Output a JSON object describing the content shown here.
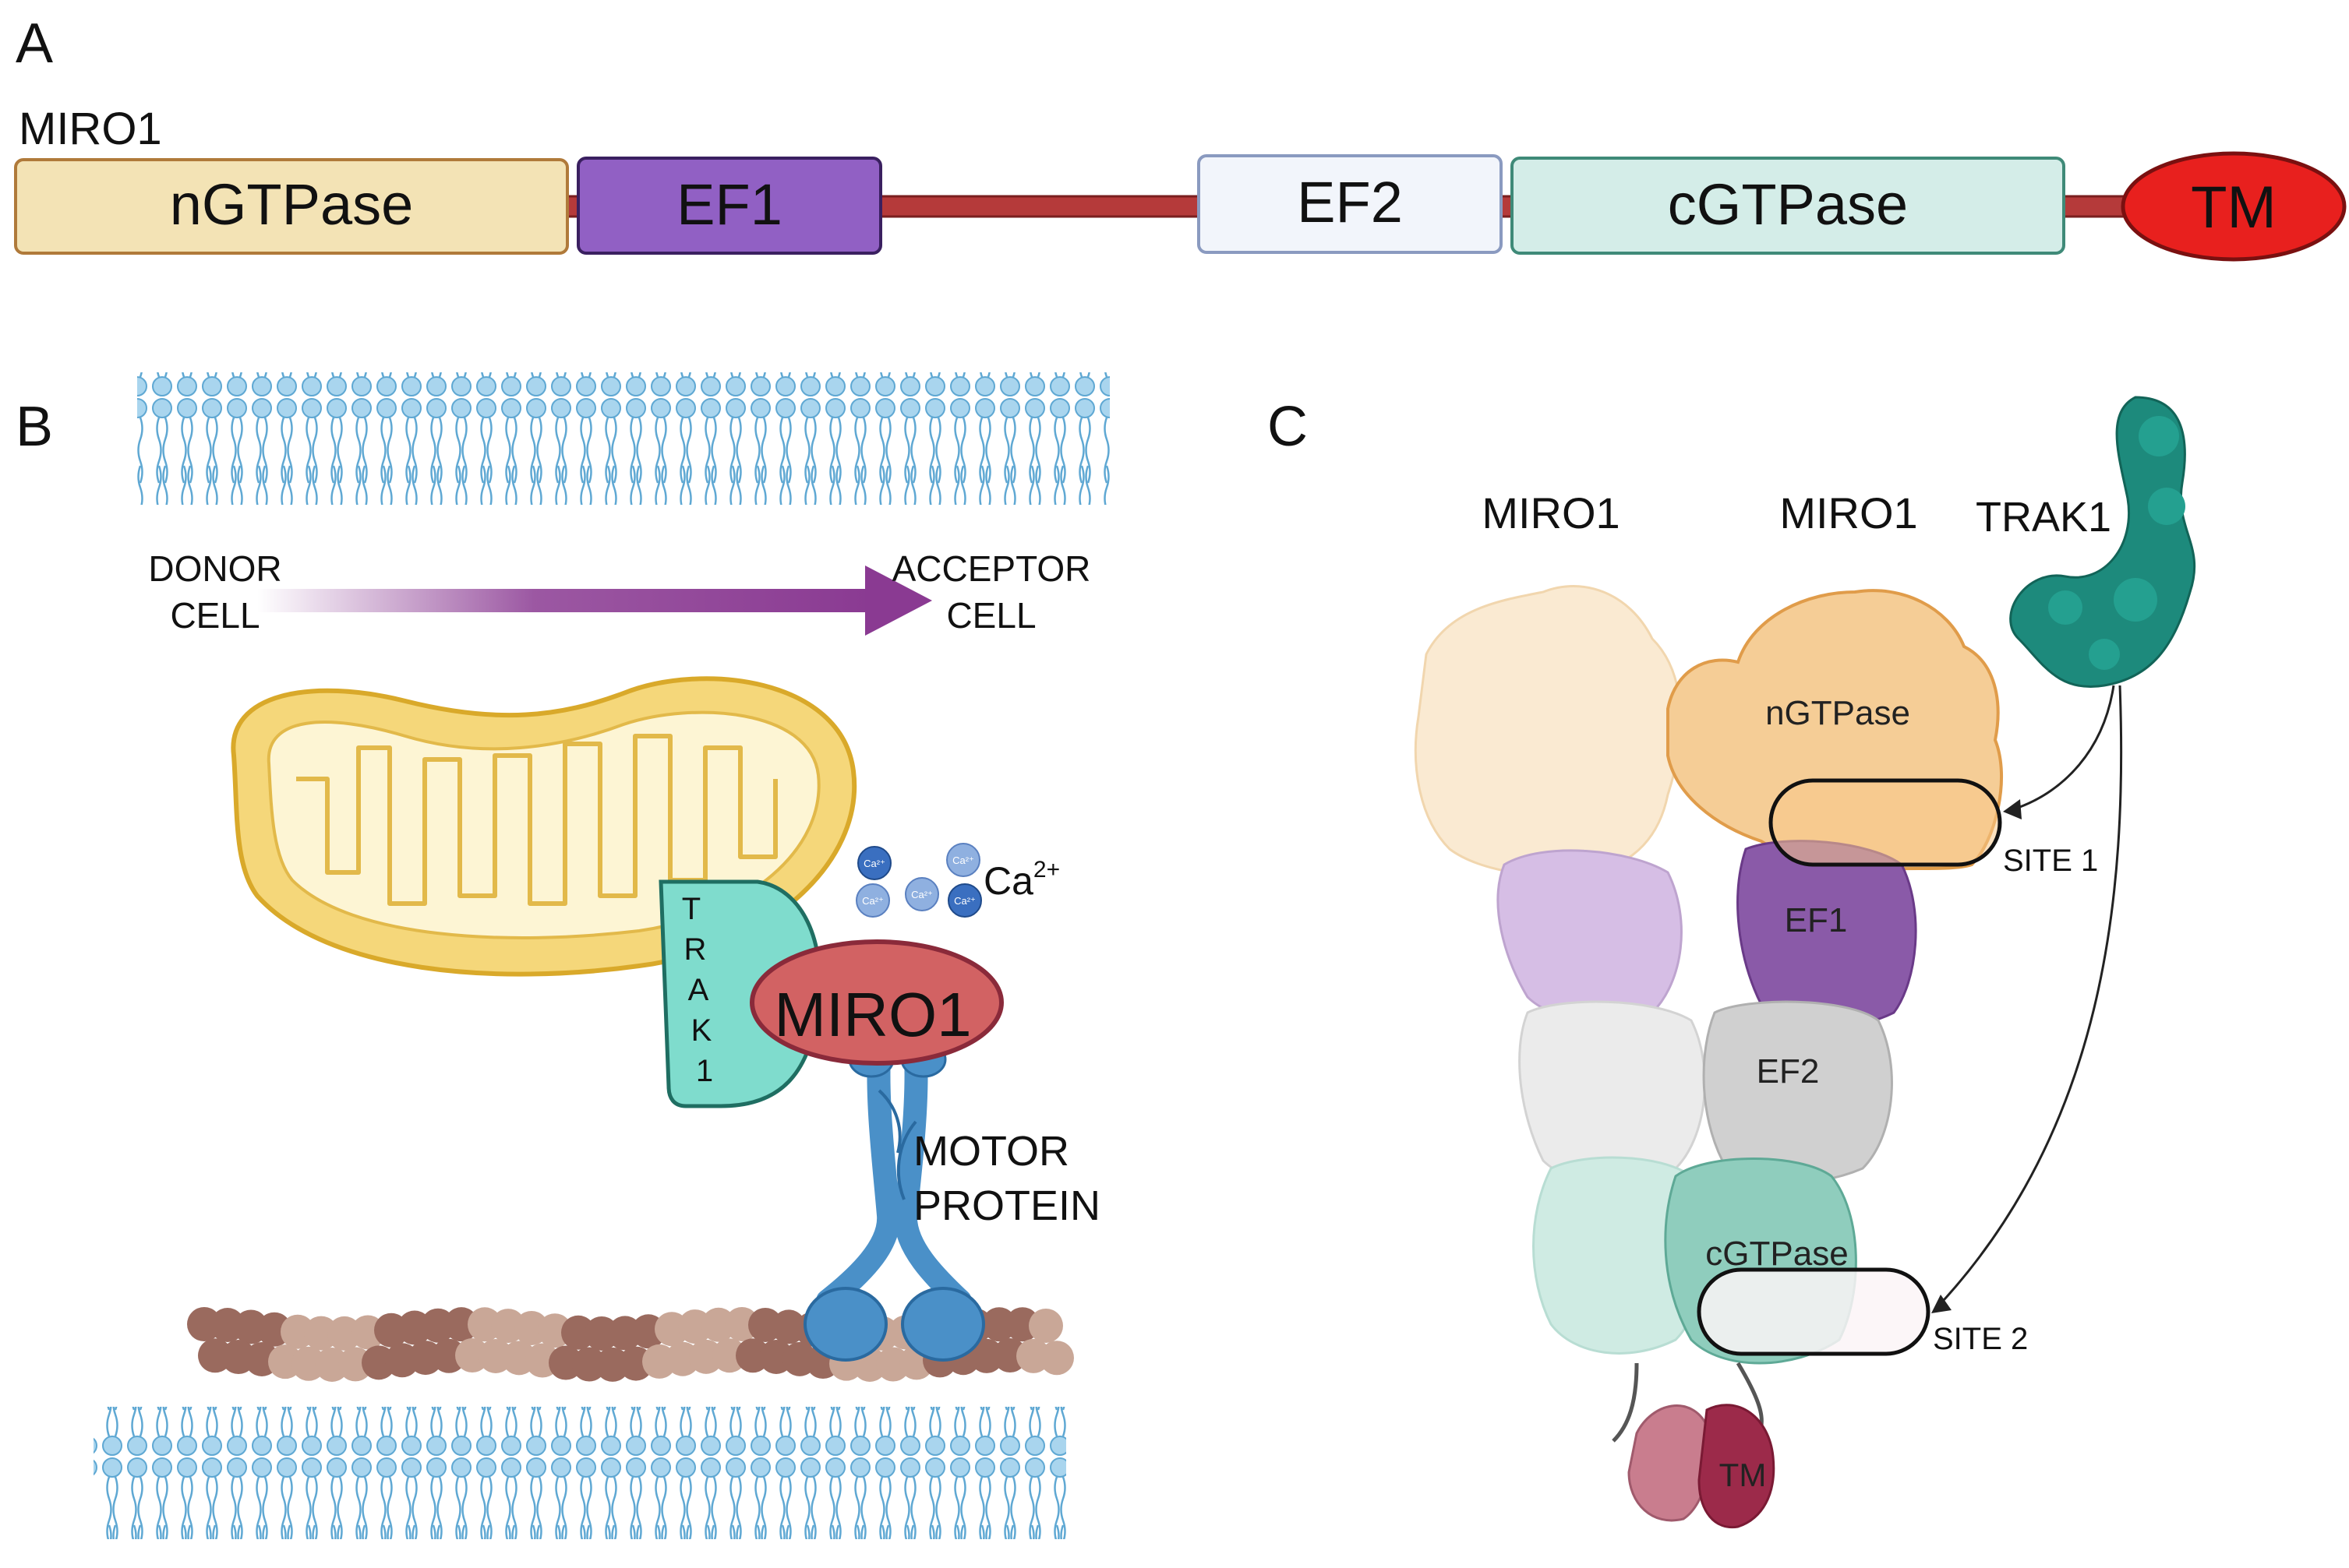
{
  "panel_a": {
    "letter": "A",
    "protein_label": "MIRO1",
    "domains": {
      "ngtpase": "nGTPase",
      "ef1": "EF1",
      "ef2": "EF2",
      "cgtpase": "cGTPase",
      "tm": "TM"
    },
    "colors": {
      "ngtpase": "#f3e3b5",
      "ef1": "#9160c4",
      "ef2": "#f2f5fb",
      "cgtpase": "#d4ede8",
      "tm": "#e8201e",
      "linker": "#b53a3a"
    }
  },
  "panel_b": {
    "letter": "B",
    "donor_label": [
      "DONOR",
      "CELL"
    ],
    "acceptor_label": [
      "ACCEPTOR",
      "CELL"
    ],
    "trak_letters": [
      "T",
      "R",
      "A",
      "K",
      "1"
    ],
    "miro_label": "MIRO1",
    "motor_label": [
      "MOTOR",
      "PROTEIN"
    ],
    "calcium_label": "Ca",
    "calcium_superscript": "2+",
    "calcium_ion_label": "Ca²⁺",
    "colors": {
      "membrane": "#a9d5ee",
      "arrow": "#8a3a92",
      "mitochondrion": "#f5d77a",
      "trak": "#7fdccd",
      "miro": "#d26263",
      "motor": "#4a90c8",
      "microtubule_dark": "#9a6a5e",
      "microtubule_light": "#c9a797"
    }
  },
  "panel_c": {
    "letter": "C",
    "miro_left_label": "MIRO1",
    "miro_right_label": "MIRO1",
    "trak_label": "TRAK1",
    "ngtpase": "nGTPase",
    "ef1": "EF1",
    "ef2": "EF2",
    "cgtpase": "cGTPase",
    "tm": "TM",
    "site1": "SITE 1",
    "site2": "SITE 2",
    "colors": {
      "trak": "#1d8a7c",
      "ngtpase": "#f5cd96",
      "ef1": "#8a5aa8",
      "ef2": "#d0d0d0",
      "cgtpase": "#8fcdbd",
      "tm": "#9c2a4a"
    }
  }
}
